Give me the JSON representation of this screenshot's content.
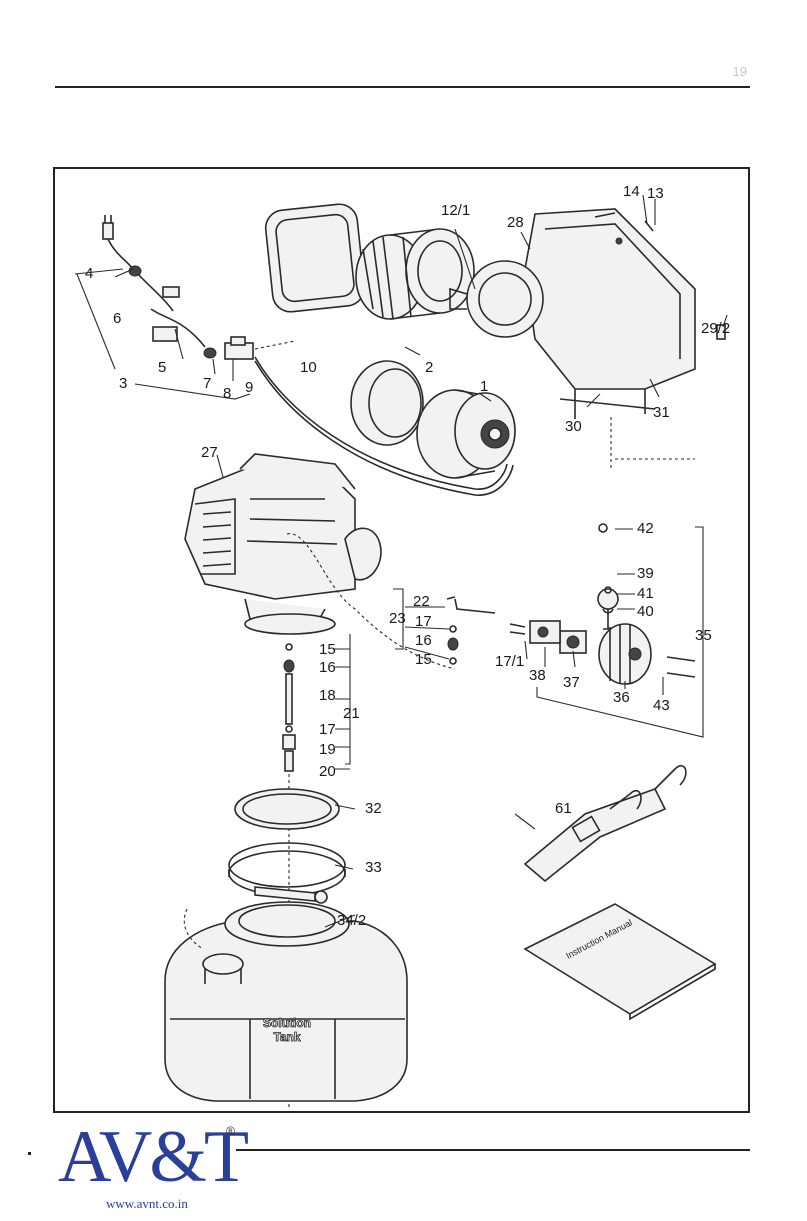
{
  "header": {
    "page_number": "19"
  },
  "diagram": {
    "labels": {
      "p1": "1",
      "p2": "2",
      "p3": "3",
      "p4": "4",
      "p5": "5",
      "p6": "6",
      "p7": "7",
      "p8": "8",
      "p9": "9",
      "p10": "10",
      "p12_1": "12/1",
      "p13": "13",
      "p14": "14",
      "p15a": "15",
      "p15b": "15",
      "p16a": "16",
      "p16b": "16",
      "p17a": "17",
      "p17b": "17",
      "p17_1": "17/1",
      "p18": "18",
      "p19": "19",
      "p20": "20",
      "p21": "21",
      "p22": "22",
      "p23": "23",
      "p27": "27",
      "p28": "28",
      "p29_2": "29/2",
      "p30": "30",
      "p31": "31",
      "p32": "32",
      "p33": "33",
      "p34_2": "34/2",
      "p35": "35",
      "p36": "36",
      "p37": "37",
      "p38": "38",
      "p39": "39",
      "p40": "40",
      "p41": "41",
      "p42": "42",
      "p43": "43",
      "p61": "61"
    },
    "tank_text_line1": "Solution",
    "tank_text_line2": "Tank",
    "manual_text": "Instruction Manual"
  },
  "footer": {
    "logo_text": "AV&T",
    "logo_registered": "®",
    "website": "www.avnt.co.in"
  }
}
